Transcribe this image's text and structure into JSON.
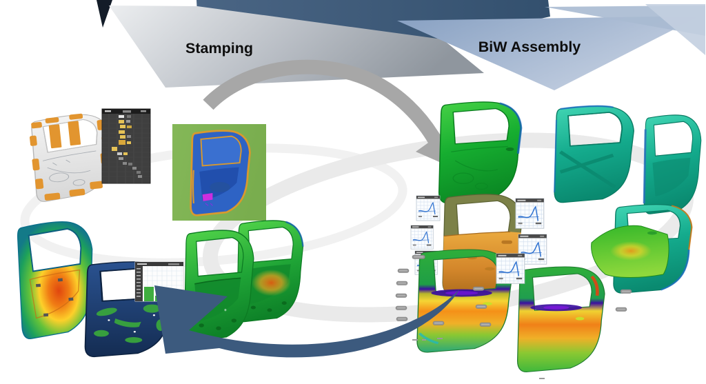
{
  "banners": {
    "stamping": "Stamping",
    "biw_assembly": "BiW Assembly"
  },
  "diagram": {
    "type": "process-flow",
    "stages": [
      {
        "id": "stamping",
        "label": "Stamping"
      },
      {
        "id": "biw_assembly",
        "label": "BiW Assembly"
      }
    ],
    "arrows": [
      {
        "from": "stamping",
        "to": "biw_assembly",
        "style": "thick-curved",
        "color_key": "arrow_gray"
      },
      {
        "from": "biw_assembly",
        "to": "stamping",
        "style": "thick-curved",
        "color_key": "arrow_blue"
      }
    ],
    "figures": [
      "cad-blank-with-drawbeads-icon",
      "process-plan-table-icon",
      "formability-result-thumbnail-icon",
      "thickness-contour-inner-door-icon",
      "assembled-navy-door-icon",
      "histogram-chart-icon",
      "green-inner-door-icon",
      "green-biw-door-icon",
      "teal-biw-door-icon",
      "orange-outer-door-icon",
      "measurement-curve-chart-icon",
      "springback-rainbow-door-icon",
      "hemming-door-with-outer-skin-icon",
      "measurement-tag-icon"
    ]
  },
  "colors": {
    "banner_navy": "#41607f",
    "banner_gray": "#b9bfc6",
    "banner_blue": "#92a9c7",
    "arrow_gray": "#a7a7a7",
    "arrow_blue": "#3c5a7e",
    "door_green": "#16ad30",
    "door_teal": "#14ab8d",
    "door_orange": "#d4872b",
    "door_navy": "#1c3a66",
    "contour_purple": "#3a0d9e",
    "contour_orange": "#f59018",
    "contour_yellow": "#f5d535",
    "thumbnail_bg_green": "#76b043"
  }
}
